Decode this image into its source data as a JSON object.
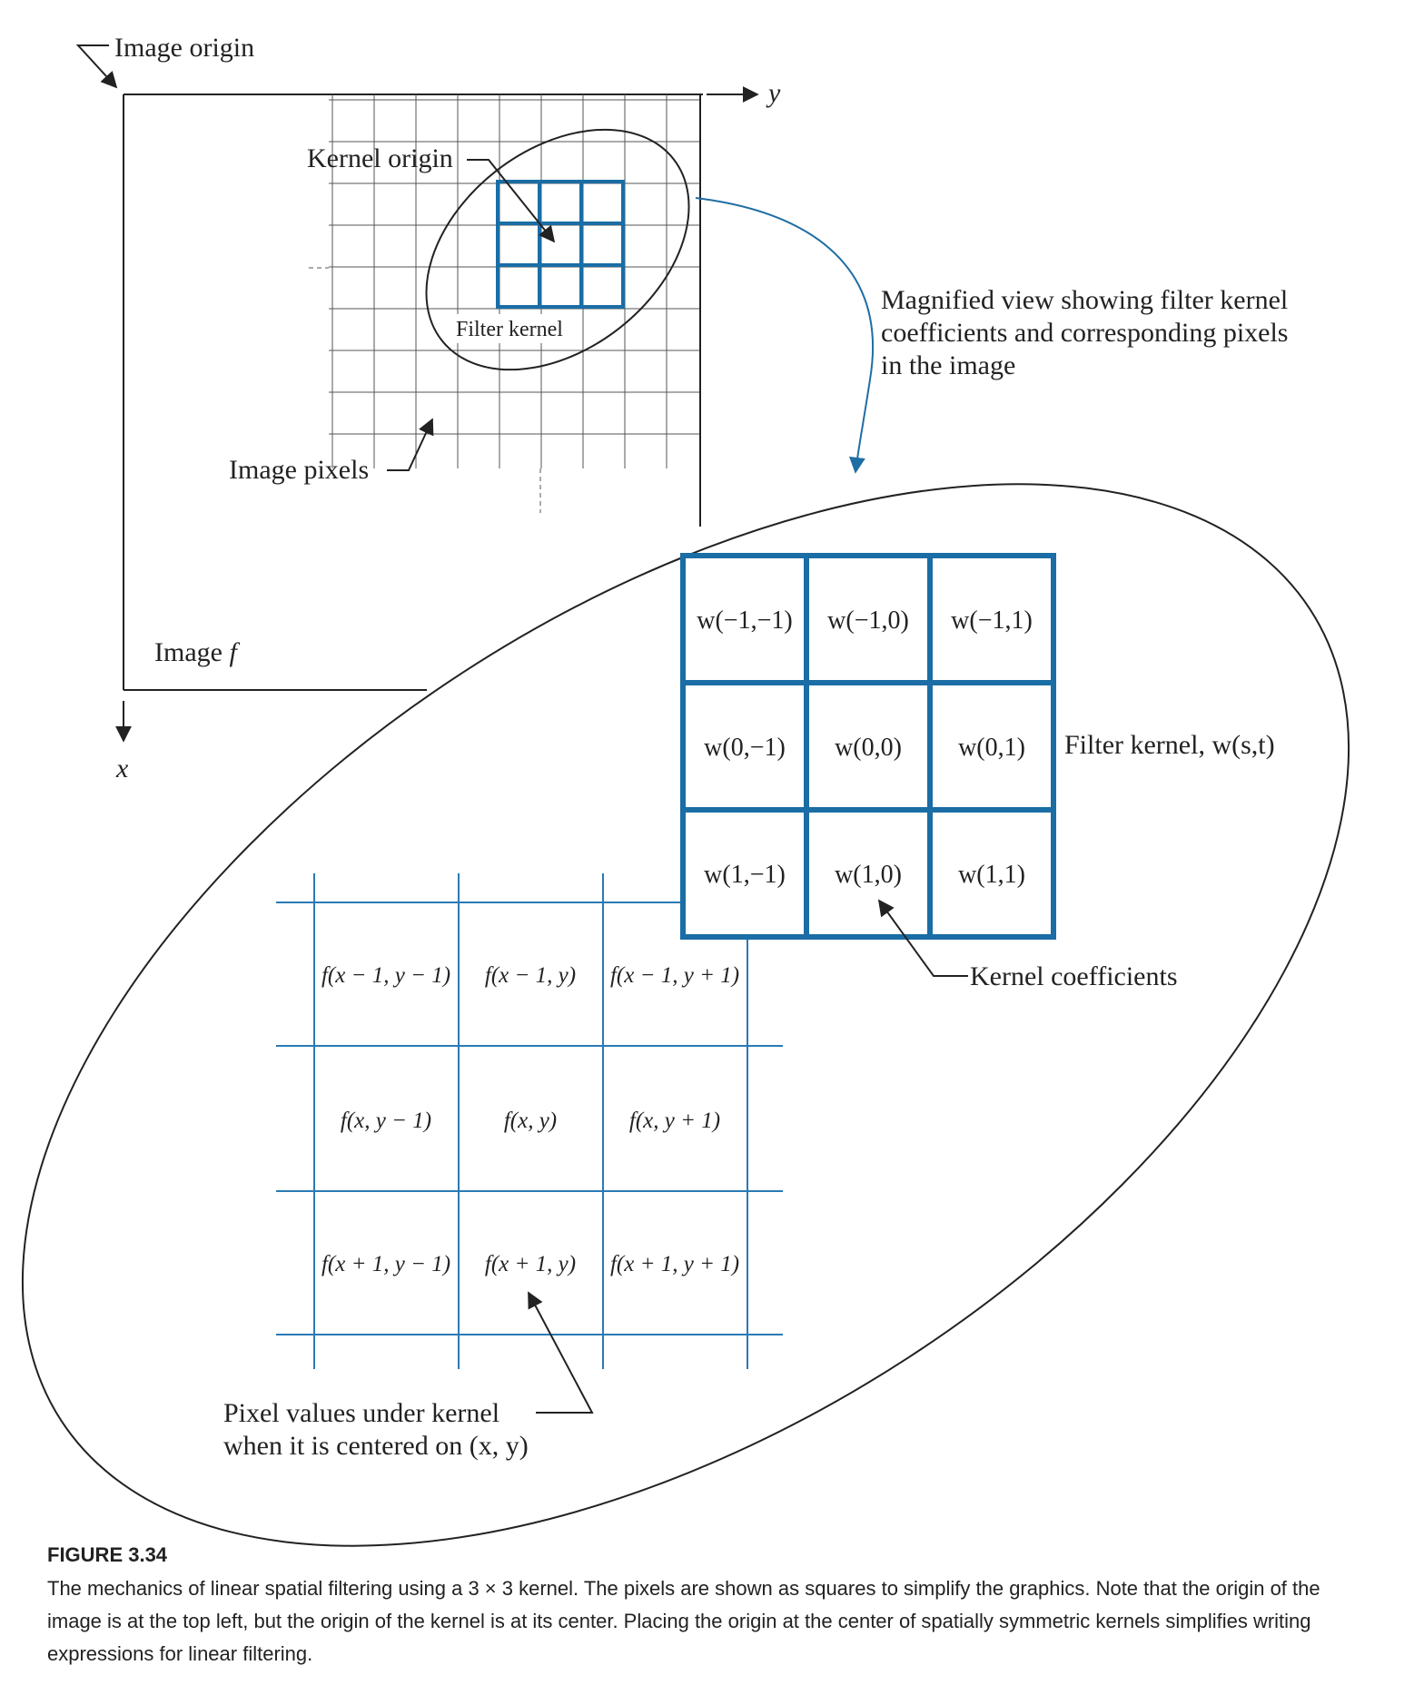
{
  "labels": {
    "image_origin": "Image origin",
    "y_axis": "y",
    "x_axis": "x",
    "kernel_origin": "Kernel origin",
    "filter_kernel_small": "Filter kernel",
    "image_pixels": "Image pixels",
    "image_f": "Image f",
    "magnified_view": [
      "Magnified view showing filter kernel",
      "coefficients and corresponding pixels",
      "in the image"
    ],
    "filter_kernel_w": "Filter kernel, w(s,t)",
    "kernel_coefficients": "Kernel coefficients",
    "pixel_values": [
      "Pixel values under kernel",
      "when it is centered on (x, y)"
    ]
  },
  "kernel_coefficients": [
    [
      "w(−1,−1)",
      "w(−1,0)",
      "w(−1,1)"
    ],
    [
      "w(0,−1)",
      "w(0,0)",
      "w(0,1)"
    ],
    [
      "w(1,−1)",
      "w(1,0)",
      "w(1,1)"
    ]
  ],
  "pixel_values": [
    [
      "f(x − 1, y − 1)",
      "f(x − 1, y)",
      "f(x − 1, y + 1)"
    ],
    [
      "f(x, y − 1)",
      "f(x, y)",
      "f(x, y + 1)"
    ],
    [
      "f(x + 1, y − 1)",
      "f(x + 1, y)",
      "f(x + 1, y + 1)"
    ]
  ],
  "caption": {
    "title": "FIGURE 3.34",
    "body": "The mechanics of linear spatial filtering using a 3 × 3 kernel. The pixels are shown as squares to simplify the graphics. Note that the origin of the image is at the top left, but the origin of the kernel is at its center. Placing the origin at the center of spatially symmetric kernels simplifies writing expressions for linear filtering."
  },
  "colors": {
    "kernel_blue": "#1a6da5",
    "grid_blue": "#2a7ab5",
    "ink": "#222222"
  }
}
